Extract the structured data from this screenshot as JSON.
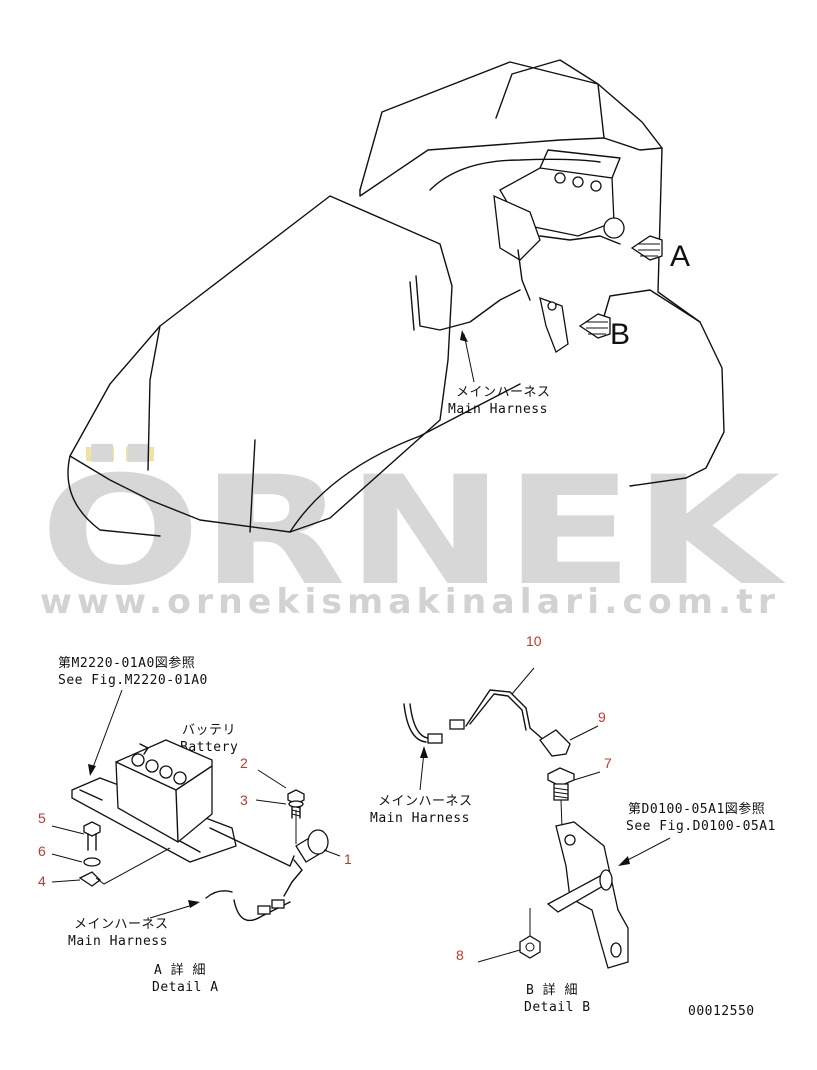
{
  "watermark": {
    "brand": "ÖRNEK",
    "url": "www.ornekismakinalari.com.tr",
    "accent_color": "#f2e2a2",
    "text_color": "#d7d7d7"
  },
  "overview": {
    "view_a_letter": "A",
    "view_b_letter": "B",
    "harness_jp": "メインハーネス",
    "harness_en": "Main Harness"
  },
  "detail_a": {
    "ref_jp": "第M2220-01A0図参照",
    "ref_en": "See Fig.M2220-01A0",
    "battery_jp": "バッテリ",
    "battery_en": "Battery",
    "harness_jp": "メインハーネス",
    "harness_en": "Main Harness",
    "title_jp": "A 詳 細",
    "title_en": "Detail A",
    "callouts": [
      "1",
      "2",
      "3",
      "4",
      "5",
      "6"
    ]
  },
  "detail_b": {
    "ref_jp": "第D0100-05A1図参照",
    "ref_en": "See Fig.D0100-05A1",
    "harness_jp": "メインハーネス",
    "harness_en": "Main Harness",
    "title_jp": "B 詳 細",
    "title_en": "Detail B",
    "callouts": [
      "7",
      "8",
      "9",
      "10"
    ]
  },
  "drawing_number": "00012550"
}
